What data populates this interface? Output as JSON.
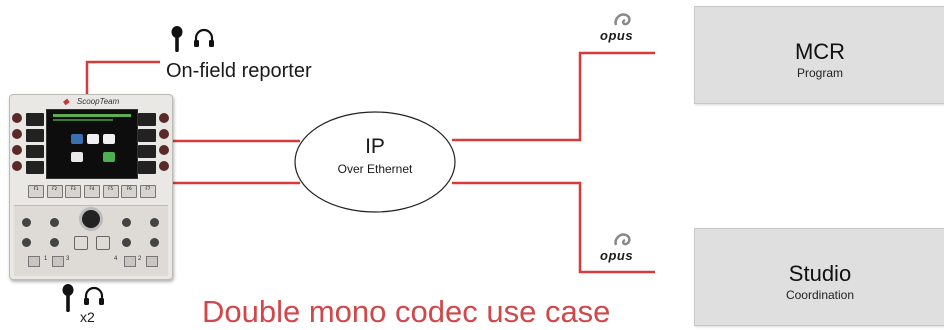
{
  "reporter": {
    "label": "On-field reporter"
  },
  "cloud": {
    "title": "IP",
    "subtitle": "Over Ethernet"
  },
  "codec": {
    "label": "opus"
  },
  "destinations": [
    {
      "title": "MCR",
      "subtitle": "Program"
    },
    {
      "title": "Studio",
      "subtitle": "Coordination"
    }
  ],
  "device": {
    "brand": "ScoopTeam",
    "channel_numbers": [
      "1",
      "3",
      "4",
      "2"
    ],
    "f_keys": [
      "F1",
      "F2",
      "F3",
      "F4",
      "F5",
      "F6",
      "F7"
    ]
  },
  "bottom_count": {
    "label": "x2"
  },
  "caption": {
    "text": "Double mono codec use case"
  },
  "icons": [
    "microphone-icon",
    "headphones-icon"
  ],
  "colors": {
    "accent": "#d2474a",
    "line_red": "#d63a3a",
    "box_fill": "#e0dfdf",
    "device_body": "#eae8e5",
    "screen": "#0d0d0d"
  }
}
